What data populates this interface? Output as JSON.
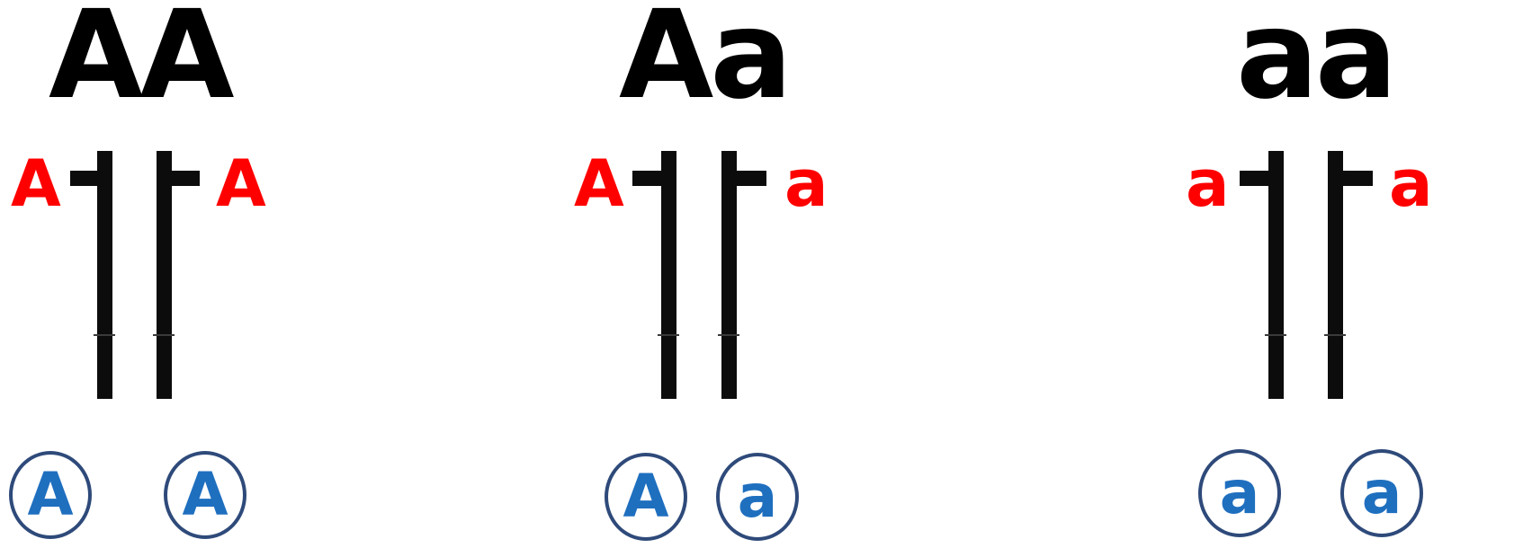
{
  "colors": {
    "title": "#000000",
    "allele": "#ff0000",
    "gamete_text": "#1f6fbf",
    "gamete_ring": "#2e4a7a",
    "chromosome": "#0c0c0c"
  },
  "genotypes": [
    {
      "title": "AA",
      "alleles": [
        "A",
        "A"
      ],
      "gametes": [
        "A",
        "A"
      ]
    },
    {
      "title": "Aa",
      "alleles": [
        "A",
        "a"
      ],
      "gametes": [
        "A",
        "a"
      ]
    },
    {
      "title": "aa",
      "alleles": [
        "a",
        "a"
      ],
      "gametes": [
        "a",
        "a"
      ]
    }
  ]
}
